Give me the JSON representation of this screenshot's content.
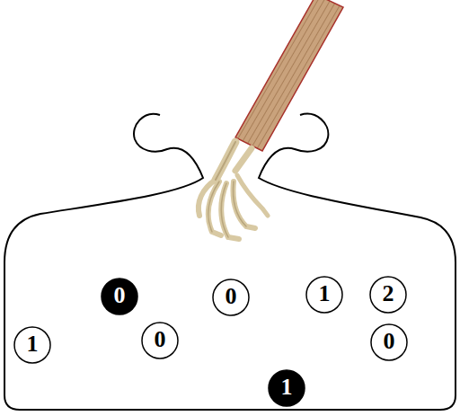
{
  "diagram": {
    "nodes": [
      {
        "text": [
          "0"
        ]
      },
      {
        "text": [
          "0"
        ]
      },
      {
        "text": [
          "1"
        ]
      },
      {
        "text": [
          "2"
        ]
      },
      {
        "text": [
          "1"
        ]
      },
      {
        "text": [
          "0"
        ]
      },
      {
        "text": [
          "0"
        ]
      },
      {
        "text": [
          "1"
        ]
      }
    ]
  }
}
